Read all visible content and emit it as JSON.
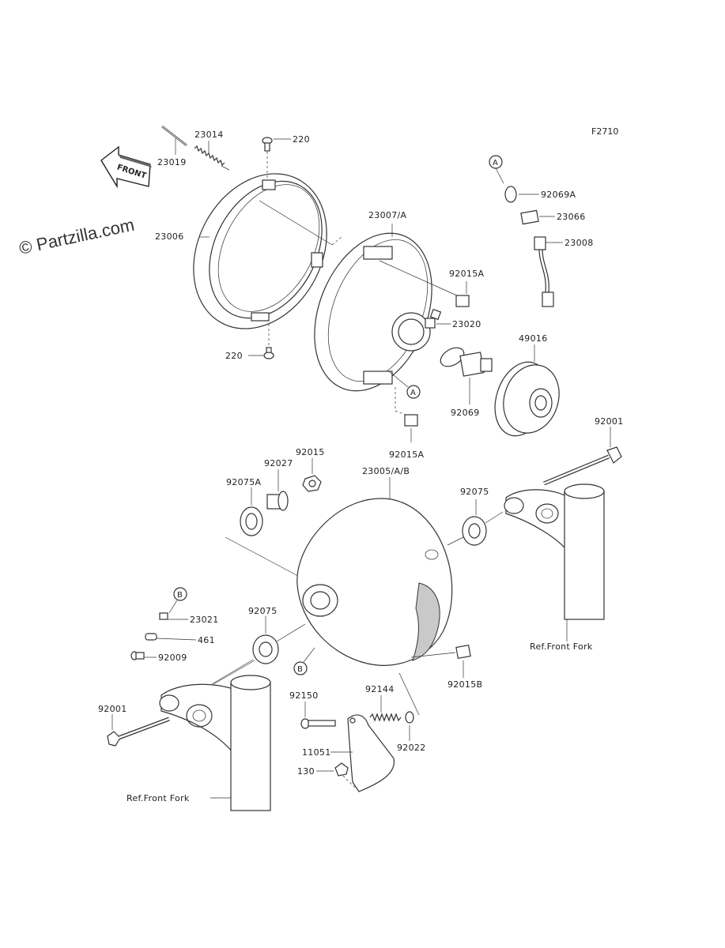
{
  "figure_id": "F2710",
  "watermark": "© Partzilla.com",
  "front_arrow_text": "FRONT",
  "callout_A": "A",
  "callout_B": "B",
  "labels": {
    "p23014": "23014",
    "p23019": "23019",
    "p220_top": "220",
    "p23006": "23006",
    "p220_bottom": "220",
    "p23007": "23007/A",
    "p92015A_upper": "92015A",
    "p23020": "23020",
    "p92015A_lower": "92015A",
    "p92069A": "92069A",
    "p23066": "23066",
    "p23008": "23008",
    "p49016": "49016",
    "p92069": "92069",
    "p92001_right": "92001",
    "p92015": "92015",
    "p92027": "92027",
    "p92075A": "92075A",
    "p23005": "23005/A/B",
    "p92075_right": "92075",
    "ref_fork_right": "Ref.Front Fork",
    "p23021": "23021",
    "p461": "461",
    "p92009": "92009",
    "p92075_left": "92075",
    "p92015B": "92015B",
    "p92001_left": "92001",
    "p92150": "92150",
    "p92144": "92144",
    "p92022": "92022",
    "p11051": "11051",
    "p130": "130",
    "ref_fork_left": "Ref.Front Fork"
  }
}
